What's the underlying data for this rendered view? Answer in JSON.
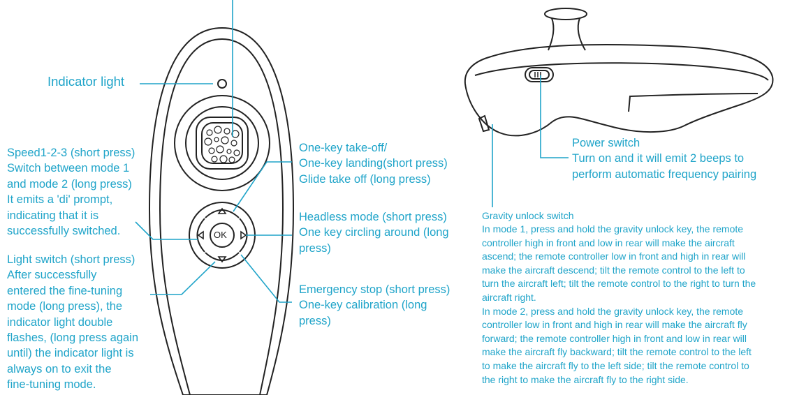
{
  "colors": {
    "accent": "#1fa4c9",
    "outline": "#222222"
  },
  "callouts": {
    "indicator_light": "Indicator light",
    "speed": "Speed1-2-3 (short press)\nSwitch between mode 1\nand mode 2 (long press)\nIt emits a 'di' prompt,\nindicating that it is\nsuccessfully switched.",
    "light_switch": "Light switch (short press)\nAfter successfully\nentered the fine-tuning\nmode (long press), the\nindicator light double\nflashes, (long press again\nuntil) the indicator light is\nalways on to exit the\nfine-tuning mode.",
    "takeoff": "One-key take-off/\nOne-key landing(short press)\nGlide take off (long press)",
    "headless": "Headless mode (short press)\nOne key circling around (long\npress)",
    "emergency": "Emergency stop (short press)\nOne-key calibration (long\npress)",
    "power_switch": "Power switch\nTurn on and it will emit 2 beeps to\nperform automatic frequency pairing",
    "gravity_title": "Gravity unlock switch",
    "gravity_desc": "In mode 1, press and hold the gravity unlock key, the remote\ncontroller high in front and low in rear will make the aircraft\nascend; the remote controller low in front and high in rear will\nmake the aircraft descend; tilt the remote control to the left to\nturn the aircraft left; tilt the remote control to the right to turn the\naircraft right.\nIn mode 2, press and hold the gravity unlock key, the remote\ncontroller low in front and high in rear will make the aircraft fly\nforward; the remote controller high in front and low in rear will\nmake the aircraft fly backward; tilt the remote control to the left\nto make the aircraft fly to the left side; tilt the remote control to\nthe right to make the aircraft fly to the right side."
  },
  "buttons": {
    "ok": "OK"
  }
}
